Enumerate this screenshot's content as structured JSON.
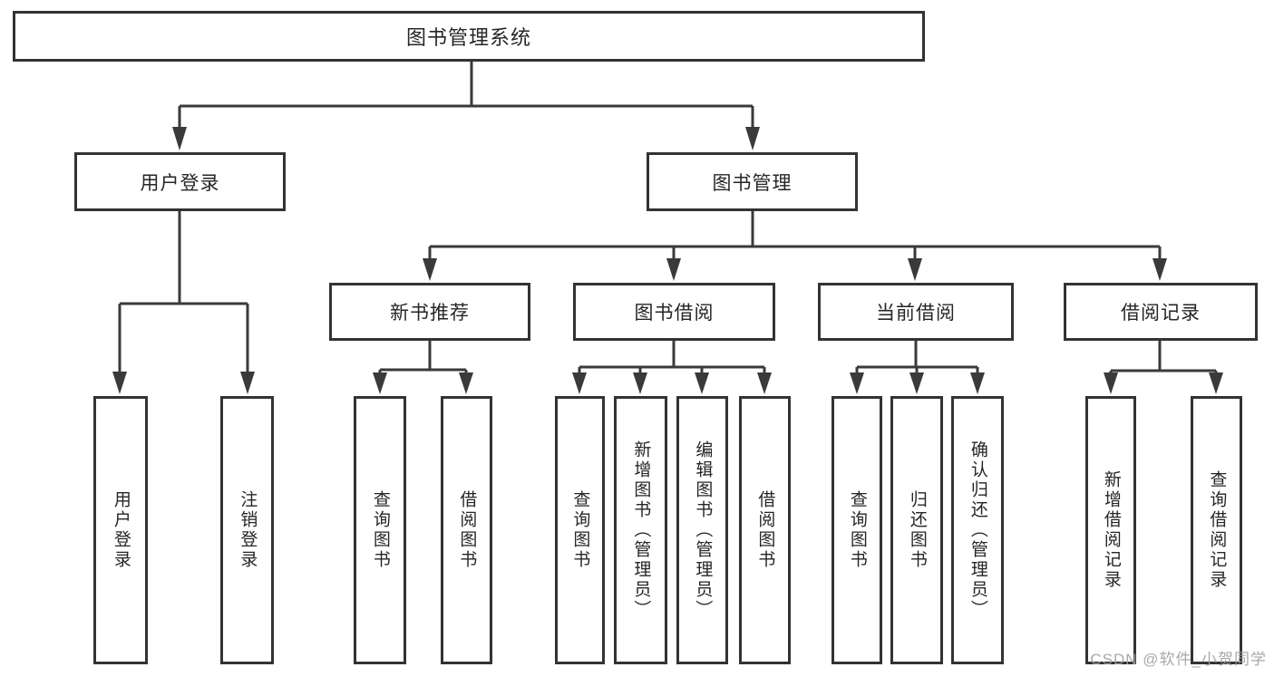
{
  "diagram": {
    "root": {
      "label": "图书管理系统"
    },
    "branches": [
      {
        "label": "用户登录",
        "children": [
          {
            "label": "用户登录"
          },
          {
            "label": "注销登录"
          }
        ]
      },
      {
        "label": "图书管理",
        "children": [
          {
            "label": "新书推荐",
            "children": [
              {
                "label": "查询图书"
              },
              {
                "label": "借阅图书"
              }
            ]
          },
          {
            "label": "图书借阅",
            "children": [
              {
                "label": "查询图书"
              },
              {
                "label": "新增图书（管理员）"
              },
              {
                "label": "编辑图书（管理员）"
              },
              {
                "label": "借阅图书"
              }
            ]
          },
          {
            "label": "当前借阅",
            "children": [
              {
                "label": "查询图书"
              },
              {
                "label": "归还图书"
              },
              {
                "label": "确认归还（管理员）"
              }
            ]
          },
          {
            "label": "借阅记录",
            "children": [
              {
                "label": "新增借阅记录"
              },
              {
                "label": "查询借阅记录"
              }
            ]
          }
        ]
      }
    ]
  },
  "watermark": {
    "text": "CSDN @软件_小贺同学"
  },
  "colors": {
    "line": "#3a3a3a",
    "border": "#333333",
    "text": "#262626",
    "background": "#ffffff",
    "watermark": "#9e9e9e"
  }
}
